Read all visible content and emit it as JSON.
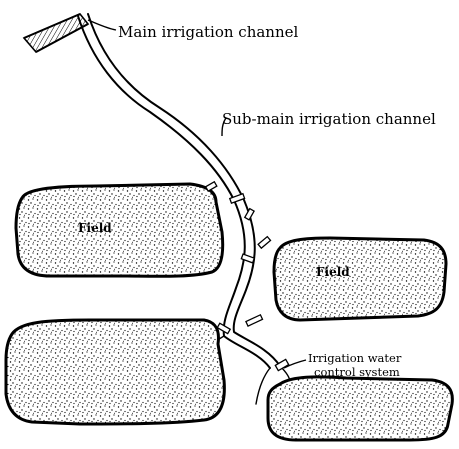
{
  "labels": {
    "main_channel": "Main irrigation channel",
    "sub_main_channel": "Sub-main irrigation channel",
    "field_1": "Field",
    "field_2": "Field",
    "control_system_line1": "Irrigation water",
    "control_system_line2": "control system"
  },
  "colors": {
    "ink": "#000000",
    "paper": "#ffffff"
  }
}
